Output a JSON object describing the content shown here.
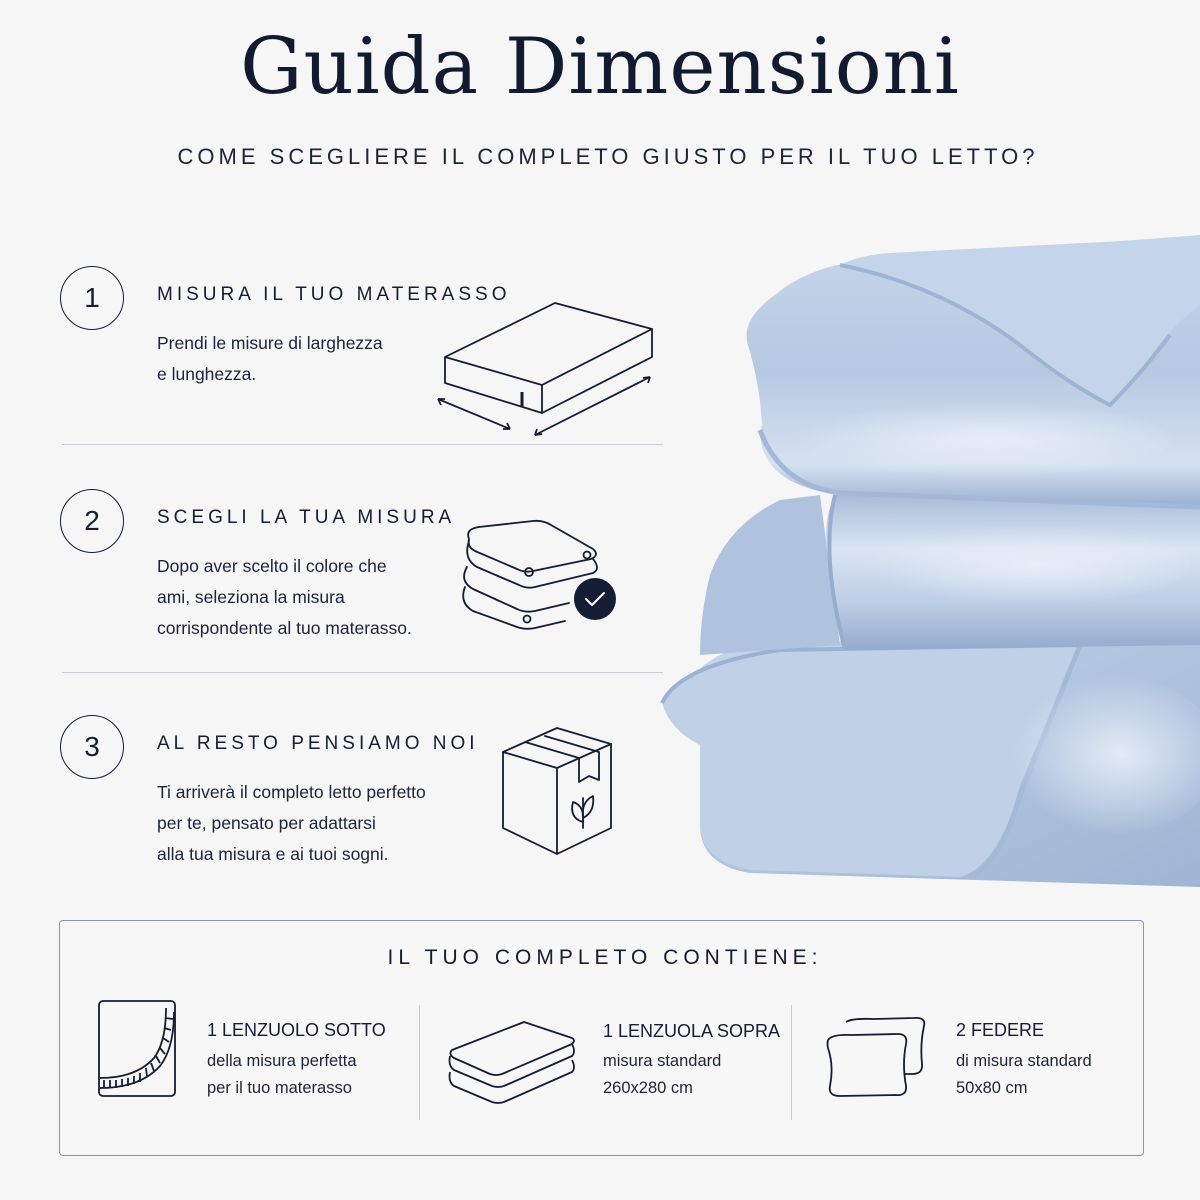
{
  "header": {
    "title": "Guida Dimensioni",
    "subtitle": "COME SCEGLIERE IL COMPLETO GIUSTO PER IL TUO LETTO?"
  },
  "steps": [
    {
      "number": "1",
      "title": "MISURA IL TUO MATERASSO",
      "lines": [
        "Prendi le misure di larghezza",
        "e lunghezza."
      ],
      "icon": "mattress-measure-icon"
    },
    {
      "number": "2",
      "title": "SCEGLI LA TUA MISURA",
      "lines": [
        "Dopo aver scelto il colore che",
        "ami, seleziona la misura",
        "corrispondente al tuo materasso."
      ],
      "icon": "folded-sheets-check-icon"
    },
    {
      "number": "3",
      "title": "AL RESTO PENSIAMO NOI",
      "lines": [
        "Ti arriverà il completo letto perfetto",
        "per te, pensato per adattarsi",
        "alla tua misura e ai tuoi sogni."
      ],
      "icon": "eco-box-icon"
    }
  ],
  "contents": {
    "title": "IL TUO COMPLETO CONTIENE:",
    "items": [
      {
        "title": "1 LENZUOLO SOTTO",
        "lines": [
          "della misura perfetta",
          "per il tuo materasso"
        ],
        "icon": "fitted-sheet-icon"
      },
      {
        "title": "1 LENZUOLA SOPRA",
        "lines": [
          "misura standard",
          "260x280 cm"
        ],
        "icon": "flat-sheet-icon"
      },
      {
        "title": "2 FEDERE",
        "lines": [
          "di misura standard",
          "50x80 cm"
        ],
        "icon": "pillowcases-icon"
      }
    ]
  },
  "colors": {
    "accent": "#151c33",
    "product": "#b9cbe3"
  }
}
